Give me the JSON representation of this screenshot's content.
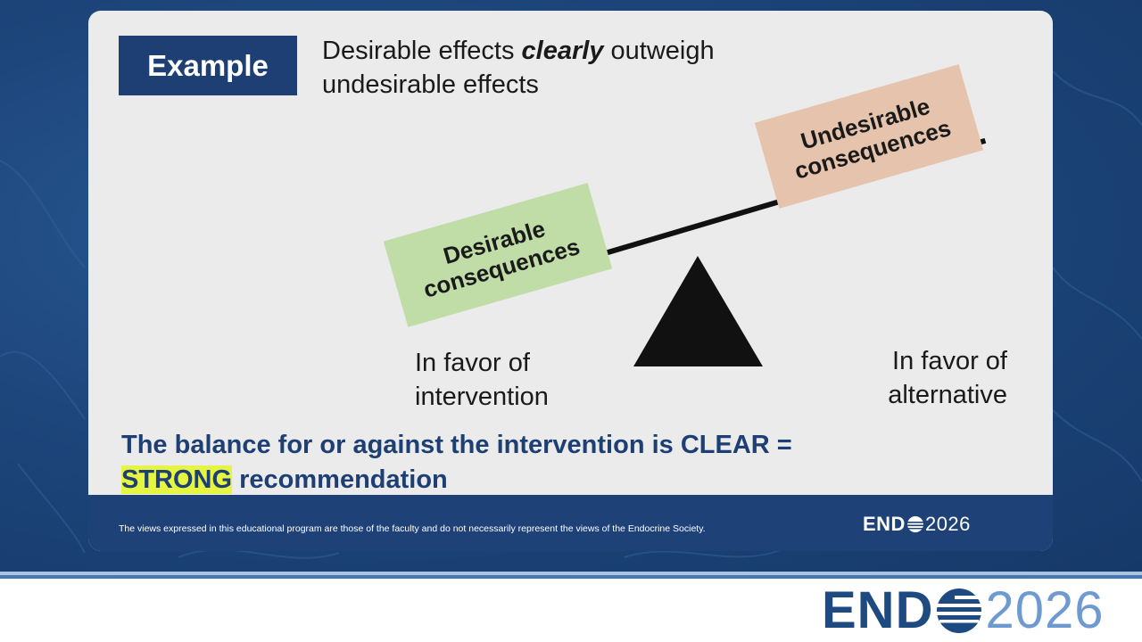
{
  "slide": {
    "example_label": "Example",
    "headline_part1": "Desirable effects ",
    "headline_emphasis": "clearly",
    "headline_part2": " outweigh undesirable effects",
    "desirable_box": "Desirable\nconsequences",
    "undesirable_box": "Undesirable\nconsequences",
    "favor_left": "In favor of\nintervention",
    "favor_right": "In favor of\nalternative",
    "balance_text_part1": "The balance for or against the intervention is CLEAR =",
    "balance_highlight": "STRONG",
    "balance_text_part2": " recommendation"
  },
  "footer": {
    "disclaimer": "The views expressed in this educational program are those of the faculty and do not necessarily represent the views of the Endocrine Society.",
    "logo_text": "END",
    "logo_year": "2026"
  },
  "brand_logo": {
    "text": "END",
    "year": "2026"
  },
  "icons": {
    "logo_globe": "globe-icon",
    "fulcrum": "triangle-icon"
  },
  "colors": {
    "navy": "#1e3f73",
    "desirable_green": "#c0dca7",
    "undesirable_peach": "#e5c3ad",
    "highlight_yellow": "#e6f542",
    "card_bg": "#ebebeb"
  }
}
